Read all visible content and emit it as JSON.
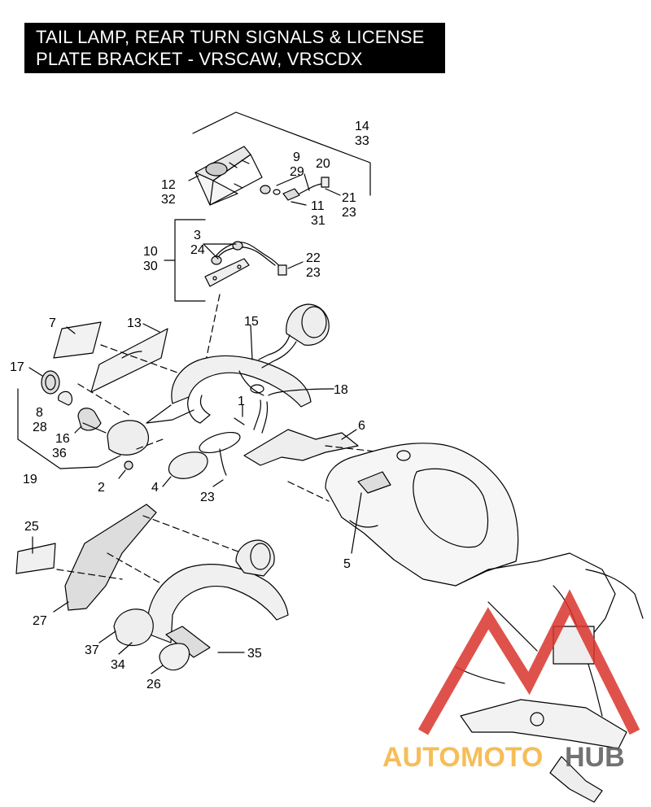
{
  "title": {
    "line1": "TAIL LAMP, REAR TURN SIGNALS & LICENSE",
    "line2": "PLATE BRACKET - VRSCAW, VRSCDX"
  },
  "callouts": {
    "c14": "14",
    "c33": "33",
    "c9": "9",
    "c29": "29",
    "c20": "20",
    "c12": "12",
    "c32": "32",
    "c11": "11",
    "c31": "31",
    "c21": "21",
    "c23a": "23",
    "c3": "3",
    "c24": "24",
    "c10": "10",
    "c30": "30",
    "c22": "22",
    "c23b": "23",
    "c7": "7",
    "c13": "13",
    "c15": "15",
    "c17": "17",
    "c18": "18",
    "c1": "1",
    "c8": "8",
    "c28": "28",
    "c6": "6",
    "c16": "16",
    "c36": "36",
    "c19": "19",
    "c2": "2",
    "c4": "4",
    "c23c": "23",
    "c5": "5",
    "c25": "25",
    "c27": "27",
    "c35": "35",
    "c37": "37",
    "c34": "34",
    "c26": "26"
  },
  "watermark": {
    "part1": "AUTO",
    "part2": "MOTO",
    "part3": "HUB",
    "color_orange": "#f5b23b",
    "color_red": "#d9342b",
    "color_grey": "#5a5a5a"
  }
}
